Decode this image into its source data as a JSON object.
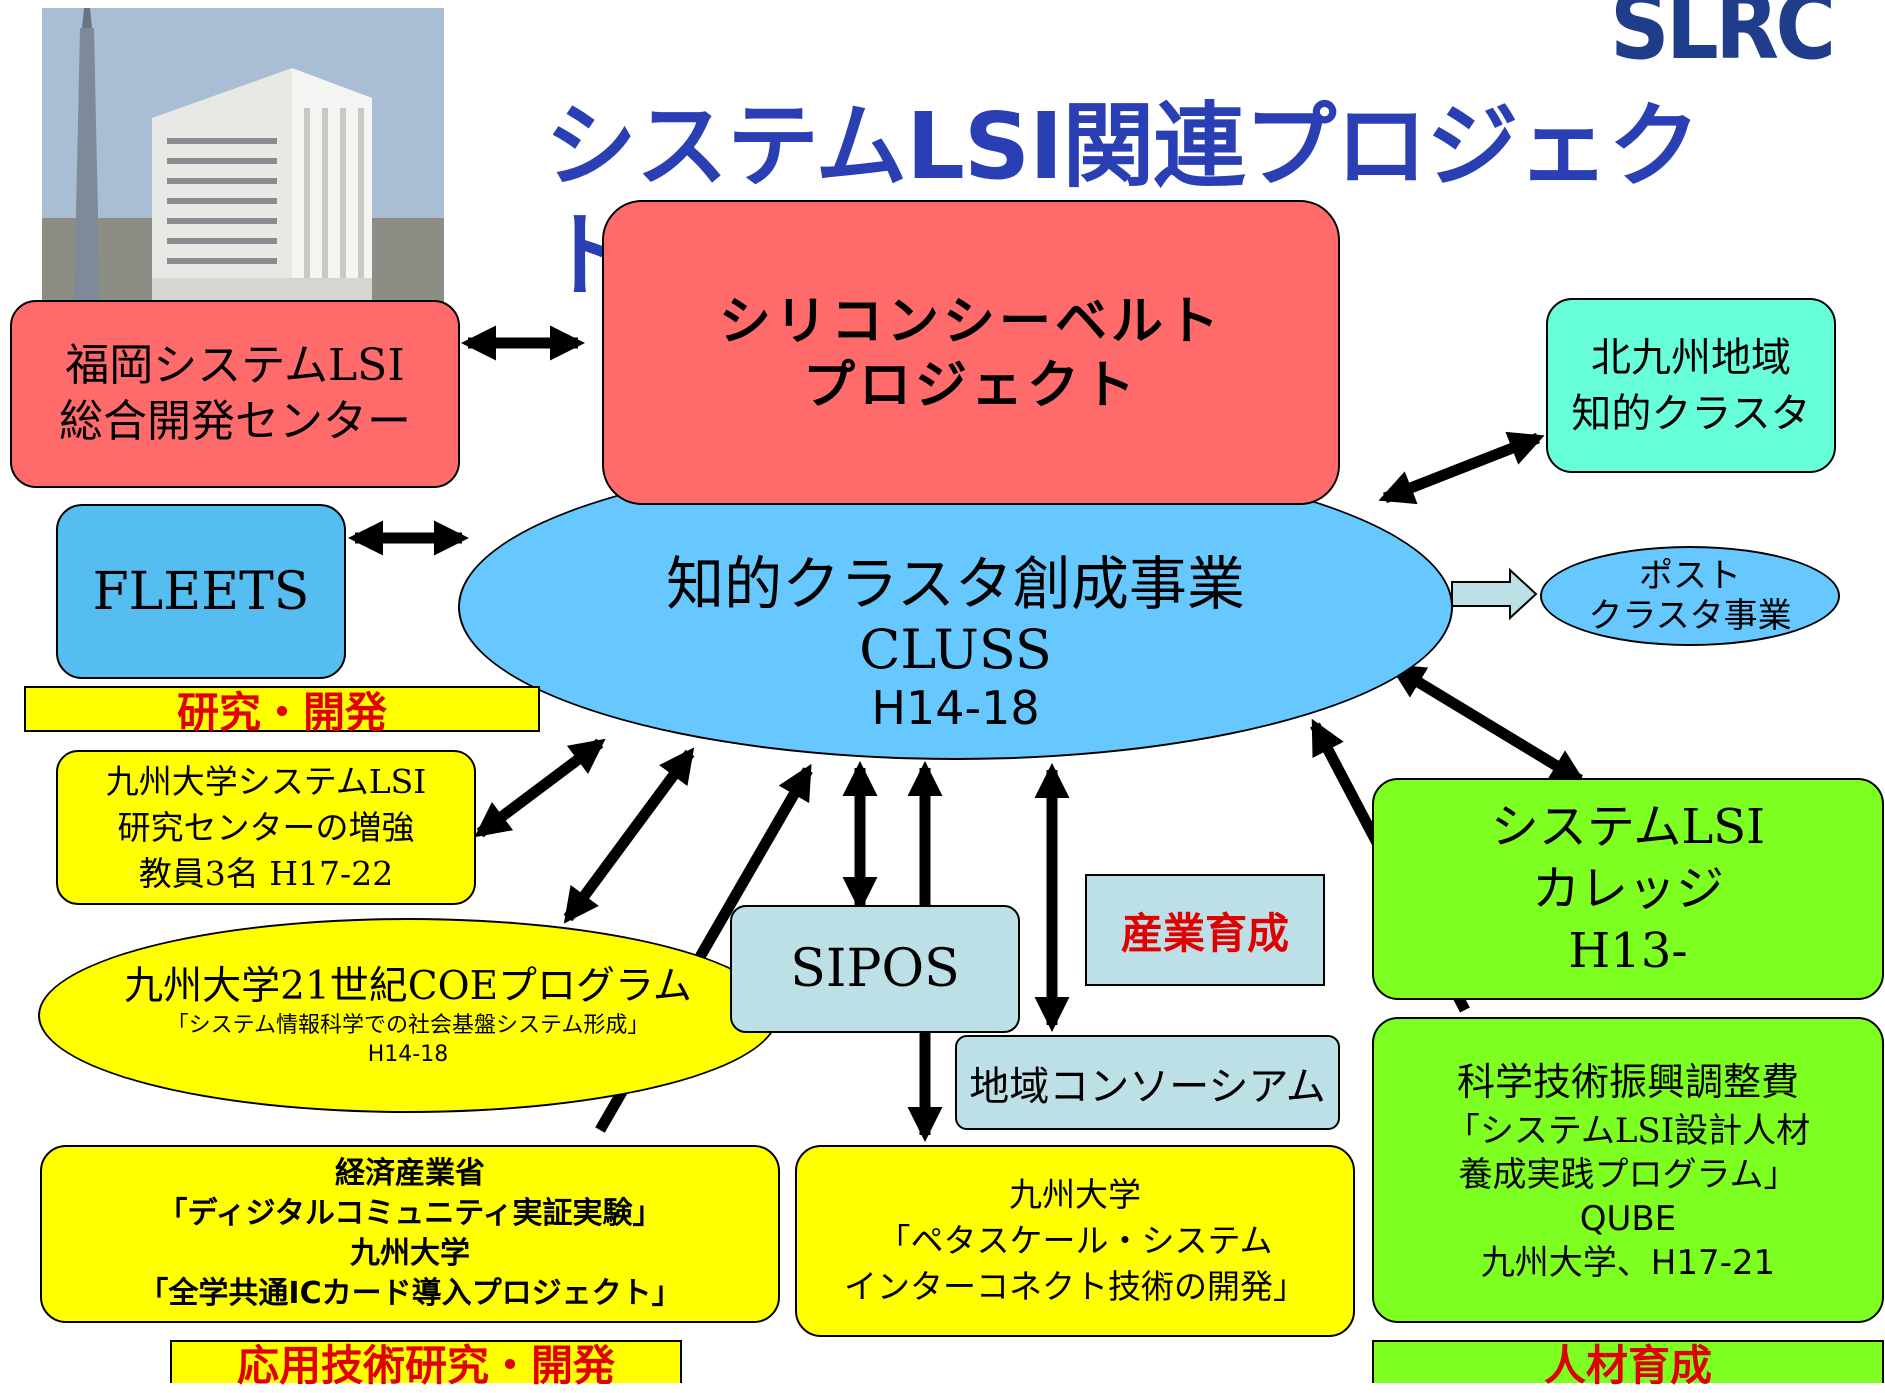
{
  "title": "システムLSI関連プロジェクト",
  "logo": "SLRC",
  "colors": {
    "title_blue": "#2b3fb4",
    "red_box": "#ff6b6b",
    "blue_box": "#66c8ff",
    "teal_box": "#66ffd9",
    "yellow_box": "#ffff00",
    "green_box": "#7dff22",
    "pale_box": "#bde0e6",
    "label_red": "#e00000"
  },
  "nodes": {
    "fukuoka": {
      "line1": "福岡システムLSI",
      "line2": "総合開発センター"
    },
    "silicon": {
      "line1": "シリコンシーベルト",
      "line2": "プロジェクト"
    },
    "kitakyushu": {
      "line1": "北九州地域",
      "line2": "知的クラスタ"
    },
    "fleets": {
      "label": "FLEETS"
    },
    "cluster": {
      "line1": "知的クラスタ創成事業",
      "line2": "CLUSS",
      "line3": "H14-18"
    },
    "post": {
      "line1": "ポスト",
      "line2": "クラスタ事業"
    },
    "research_label": "研究・開発",
    "kyushu_lsi": {
      "line1": "九州大学システムLSI",
      "line2": "研究センターの増強",
      "line3": "教員3名 H17-22"
    },
    "coe": {
      "line1": "九州大学21世紀COEプログラム",
      "line2": "「システム情報科学での社会基盤システム形成」",
      "line3": "H14-18"
    },
    "sipos": {
      "label": "SIPOS"
    },
    "sangyo": {
      "label": "産業育成"
    },
    "lsi_college": {
      "line1": "システムLSI",
      "line2": "カレッジ",
      "line3": "H13-"
    },
    "chiiki": {
      "label": "地域コンソーシアム"
    },
    "kagaku": {
      "line1": "科学技術振興調整費",
      "line2": "「システムLSI設計人材",
      "line3": "養成実践プログラム」",
      "line4": "QUBE",
      "line5": "九州大学、H17-21"
    },
    "meti": {
      "line1": "経済産業省",
      "line2": "「ディジタルコミュニティ実証実験」",
      "line3": "九州大学",
      "line4": "「全学共通ICカード導入プロジェクト」"
    },
    "peta": {
      "line1": "九州大学",
      "line2": "「ペタスケール・システム",
      "line3": "インターコネクト技術の開発」"
    },
    "applied_label": "応用技術研究・開発",
    "jinzai_label": "人材育成"
  }
}
